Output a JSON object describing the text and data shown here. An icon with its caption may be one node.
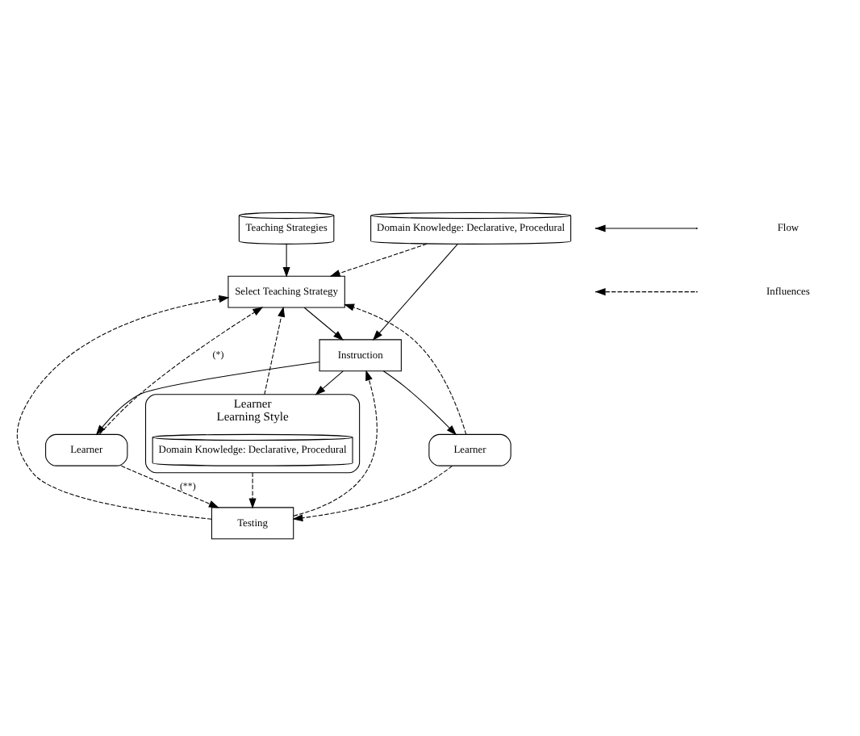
{
  "diagram": {
    "nodes": [
      {
        "text": [
          "Teaching Strategies"
        ]
      },
      {
        "text": [
          "Learner"
        ]
      },
      {
        "text": [
          "Learner"
        ]
      },
      {
        "text": [
          "Learner",
          "Learning Style"
        ]
      },
      {
        "text": [
          "Domain Knowledge: Declarative, Procedural"
        ],
        "in": 3
      },
      {
        "text": [
          "Select Teaching Strategy"
        ]
      },
      {
        "text": [
          "Instruction"
        ]
      },
      {
        "text": [
          "Domain Knowledge: Declarative, Procedural"
        ]
      },
      {
        "text": [
          "Testing"
        ]
      }
    ],
    "edges": [
      {
        "from": 0,
        "to": 5,
        "arrow": "to"
      },
      {
        "from": 1,
        "to": 5,
        "arrow": "to",
        "style": "dashed",
        "label": "(*)"
      },
      {
        "from": 2,
        "to": 5,
        "arrow": "to",
        "style": "dashed"
      },
      {
        "from": 3,
        "to": 5,
        "arrow": "to",
        "style": "dashed"
      },
      {
        "from": 7,
        "to": 5,
        "arrow": "to",
        "style": "dashed"
      },
      {
        "from": 5,
        "to": 6,
        "arrow": "to"
      },
      {
        "from": 7,
        "to": 6,
        "arrow": "to"
      },
      {
        "from": 6,
        "to": 1,
        "arrow": "to"
      },
      {
        "from": 6,
        "to": 2,
        "arrow": "to"
      },
      {
        "from": 6,
        "to": 3,
        "arrow": "to"
      },
      {
        "from": 1,
        "to": 8,
        "arrow": "to",
        "style": "dashed",
        "label": "(**)"
      },
      {
        "from": 2,
        "to": 8,
        "arrow": "to",
        "style": "dashed"
      },
      {
        "from": 3,
        "to": 8,
        "arrow": "to",
        "style": "dashed"
      },
      {
        "from": 8,
        "to": 6,
        "arrow": "to",
        "style": "dashed"
      },
      {
        "from": 8,
        "to": 5,
        "arrow": "to",
        "style": "dashed"
      }
    ],
    "legend": [
      {
        "text": "Flow"
      },
      {
        "text": "Influences"
      }
    ]
  }
}
